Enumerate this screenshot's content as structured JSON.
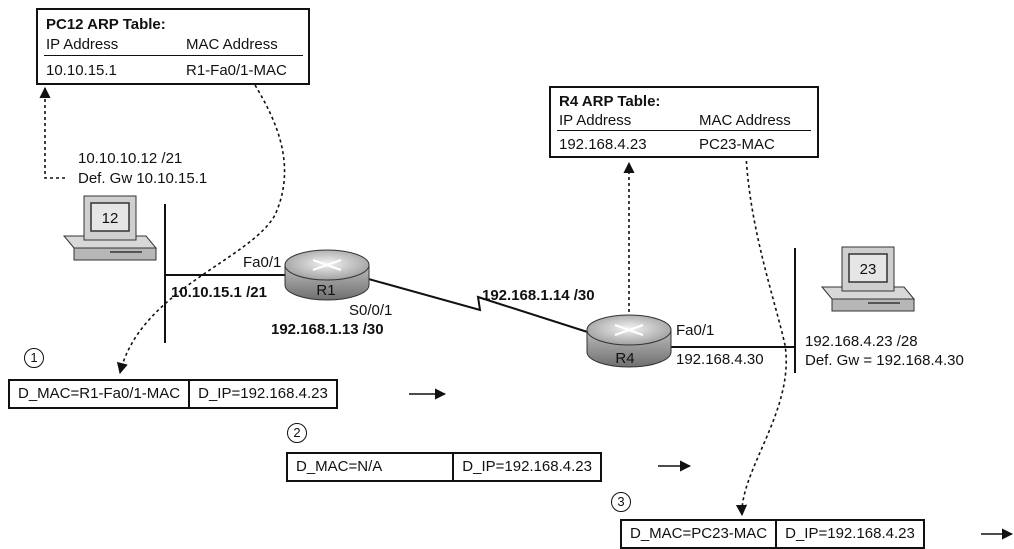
{
  "pc12_table": {
    "title": "PC12 ARP Table:",
    "col_ip": "IP Address",
    "col_mac": "MAC Address",
    "row_ip": "10.10.15.1",
    "row_mac": "R1-Fa0/1-MAC"
  },
  "r4_table": {
    "title": "R4 ARP Table:",
    "col_ip": "IP Address",
    "col_mac": "MAC Address",
    "row_ip": "192.168.4.23",
    "row_mac": "PC23-MAC"
  },
  "pc12": {
    "label": "12",
    "ip": "10.10.10.12 /21",
    "gw": "Def. Gw 10.10.15.1"
  },
  "pc23": {
    "label": "23",
    "ip": "192.168.4.23 /28",
    "gw": "Def. Gw = 192.168.4.30"
  },
  "r1": {
    "label": "R1",
    "fa_if": "Fa0/1",
    "fa_ip": "10.10.15.1 /21",
    "s_if": "S0/0/1",
    "s_ip": "192.168.1.13 /30"
  },
  "r4": {
    "label": "R4",
    "s_ip": "192.168.1.14 /30",
    "fa_if": "Fa0/1",
    "fa_ip": "192.168.4.30"
  },
  "frames": [
    {
      "step": "1",
      "dmac": "D_MAC=R1-Fa0/1-MAC",
      "dip": "D_IP=192.168.4.23"
    },
    {
      "step": "2",
      "dmac": "D_MAC=N/A",
      "dip": "D_IP=192.168.4.23"
    },
    {
      "step": "3",
      "dmac": "D_MAC=PC23-MAC",
      "dip": "D_IP=192.168.4.23"
    }
  ]
}
